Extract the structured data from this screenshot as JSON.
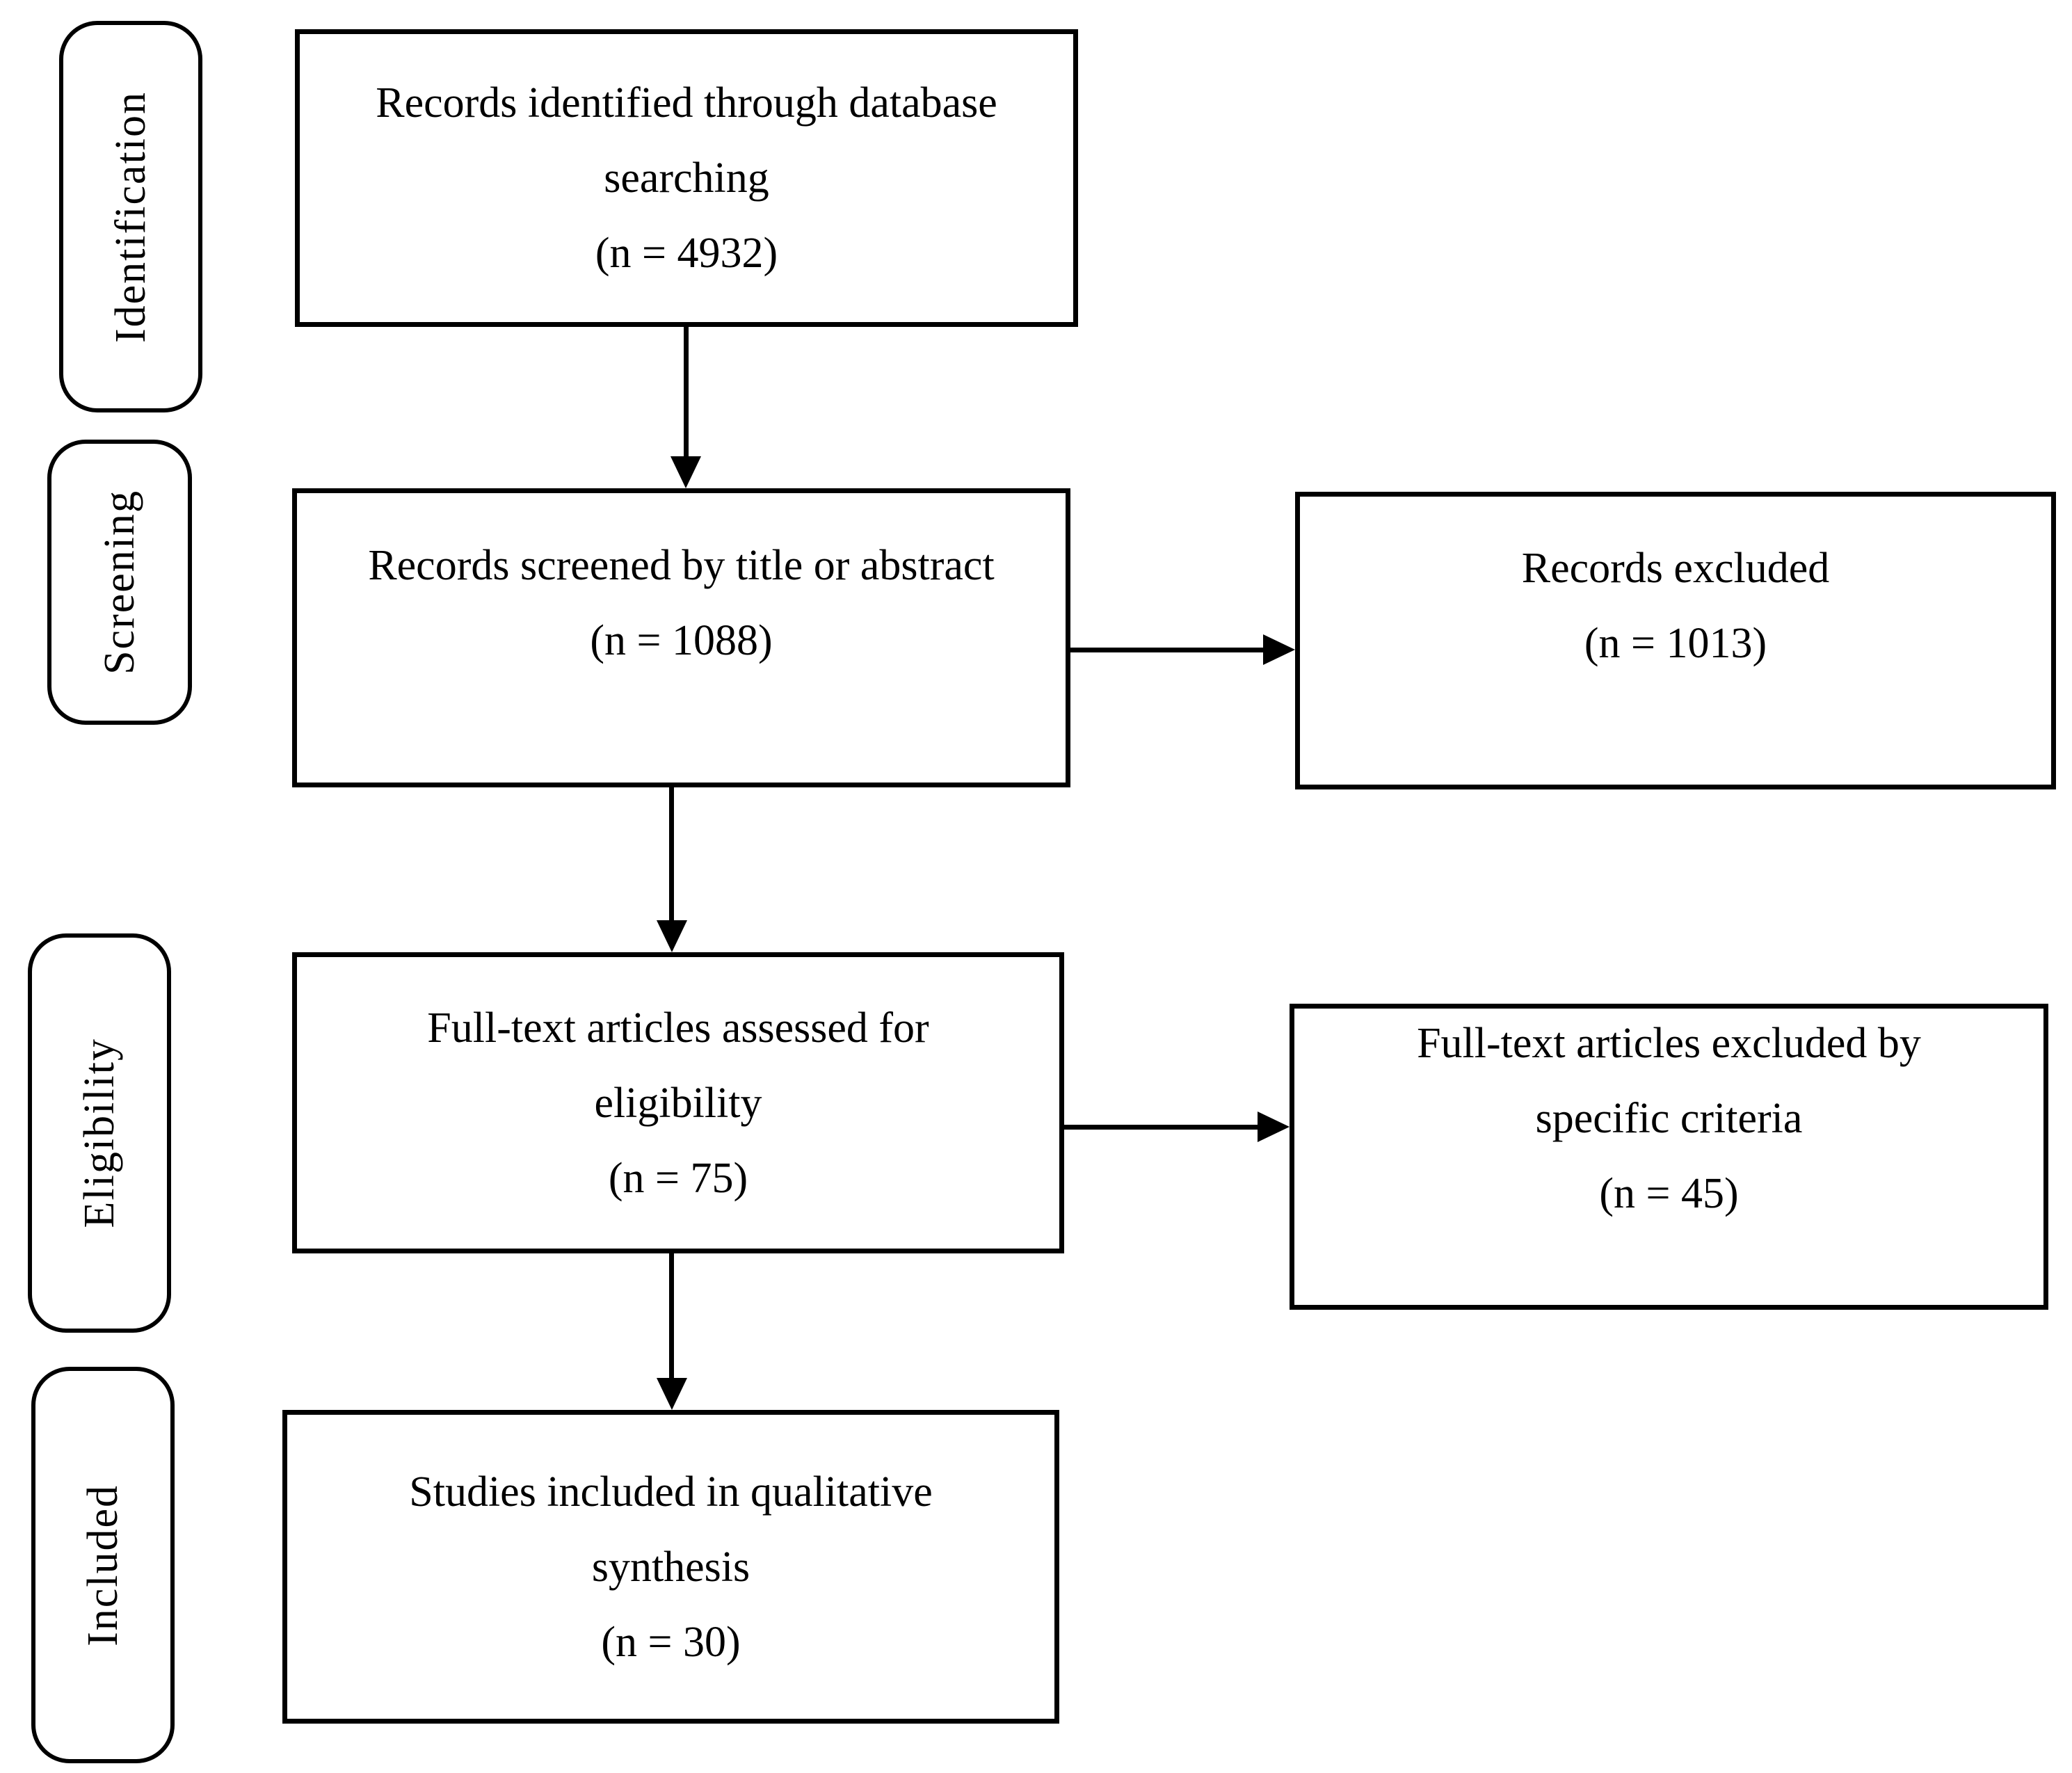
{
  "flow": {
    "stages": [
      {
        "label": "Identification"
      },
      {
        "label": "Screening"
      },
      {
        "label": "Eligibility"
      },
      {
        "label": "Included"
      }
    ],
    "main_boxes": [
      {
        "lines": [
          "Records identified through database",
          "searching",
          "(n = 4932)"
        ]
      },
      {
        "lines": [
          "Records screened by title or abstract",
          "(n = 1088)"
        ]
      },
      {
        "lines": [
          "Full-text articles assessed for",
          "eligibility",
          "(n = 75)"
        ]
      },
      {
        "lines": [
          "Studies included in qualitative",
          "synthesis",
          "(n = 30)"
        ]
      }
    ],
    "side_boxes": [
      {
        "lines": [
          "Records excluded",
          "(n = 1013)"
        ]
      },
      {
        "lines": [
          "Full-text articles excluded by",
          "specific criteria",
          "(n = 45)"
        ]
      }
    ],
    "colors": {
      "stroke": "#000000",
      "background": "#ffffff",
      "text": "#000000"
    }
  }
}
